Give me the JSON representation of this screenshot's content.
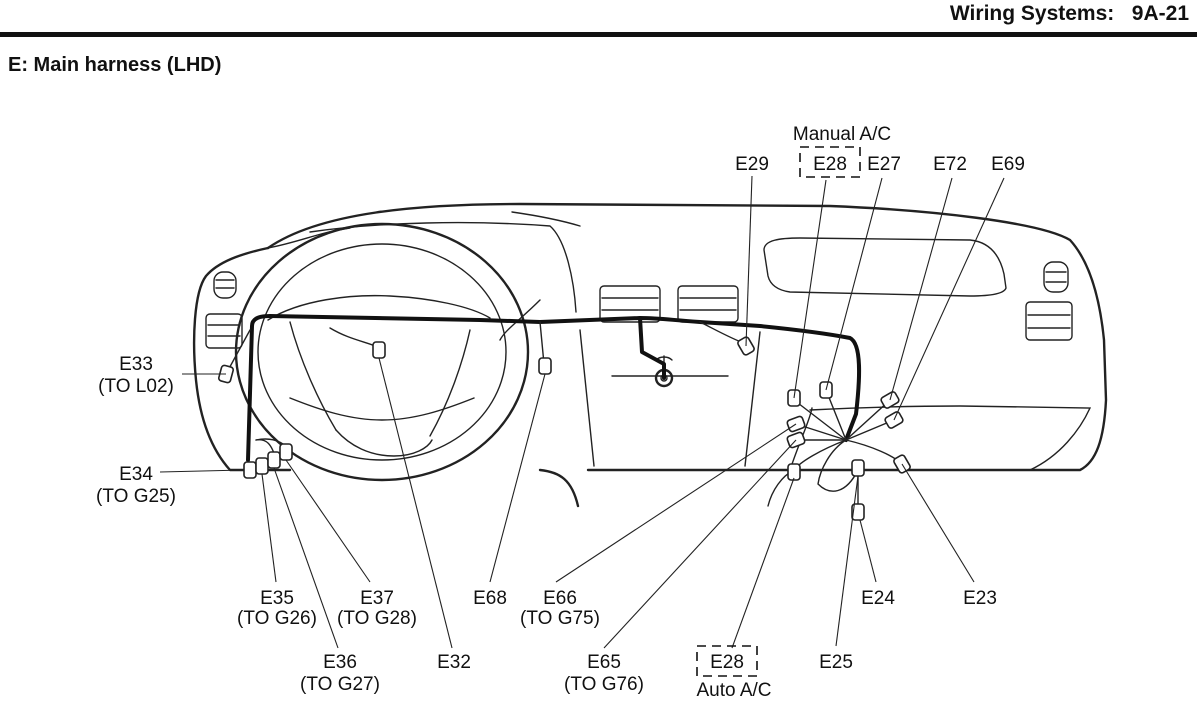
{
  "header": {
    "section": "Wiring Systems:",
    "page": "9A-21"
  },
  "title": "E: Main harness (LHD)",
  "labels": {
    "manual_ac": "Manual A/C",
    "auto_ac": "Auto A/C",
    "e28_top": "E28",
    "e28_bottom": "E28",
    "e27": "E27",
    "e29": "E29",
    "e72": "E72",
    "e69": "E69",
    "e33": "E33",
    "e33_to": "(TO L02)",
    "e34": "E34",
    "e34_to": "(TO G25)",
    "e35": "E35",
    "e35_to": "(TO G26)",
    "e37": "E37",
    "e37_to": "(TO G28)",
    "e36": "E36",
    "e36_to": "(TO G27)",
    "e32": "E32",
    "e68": "E68",
    "e66": "E66",
    "e66_to": "(TO G75)",
    "e65": "E65",
    "e65_to": "(TO G76)",
    "e24": "E24",
    "e23": "E23",
    "e25": "E25"
  }
}
